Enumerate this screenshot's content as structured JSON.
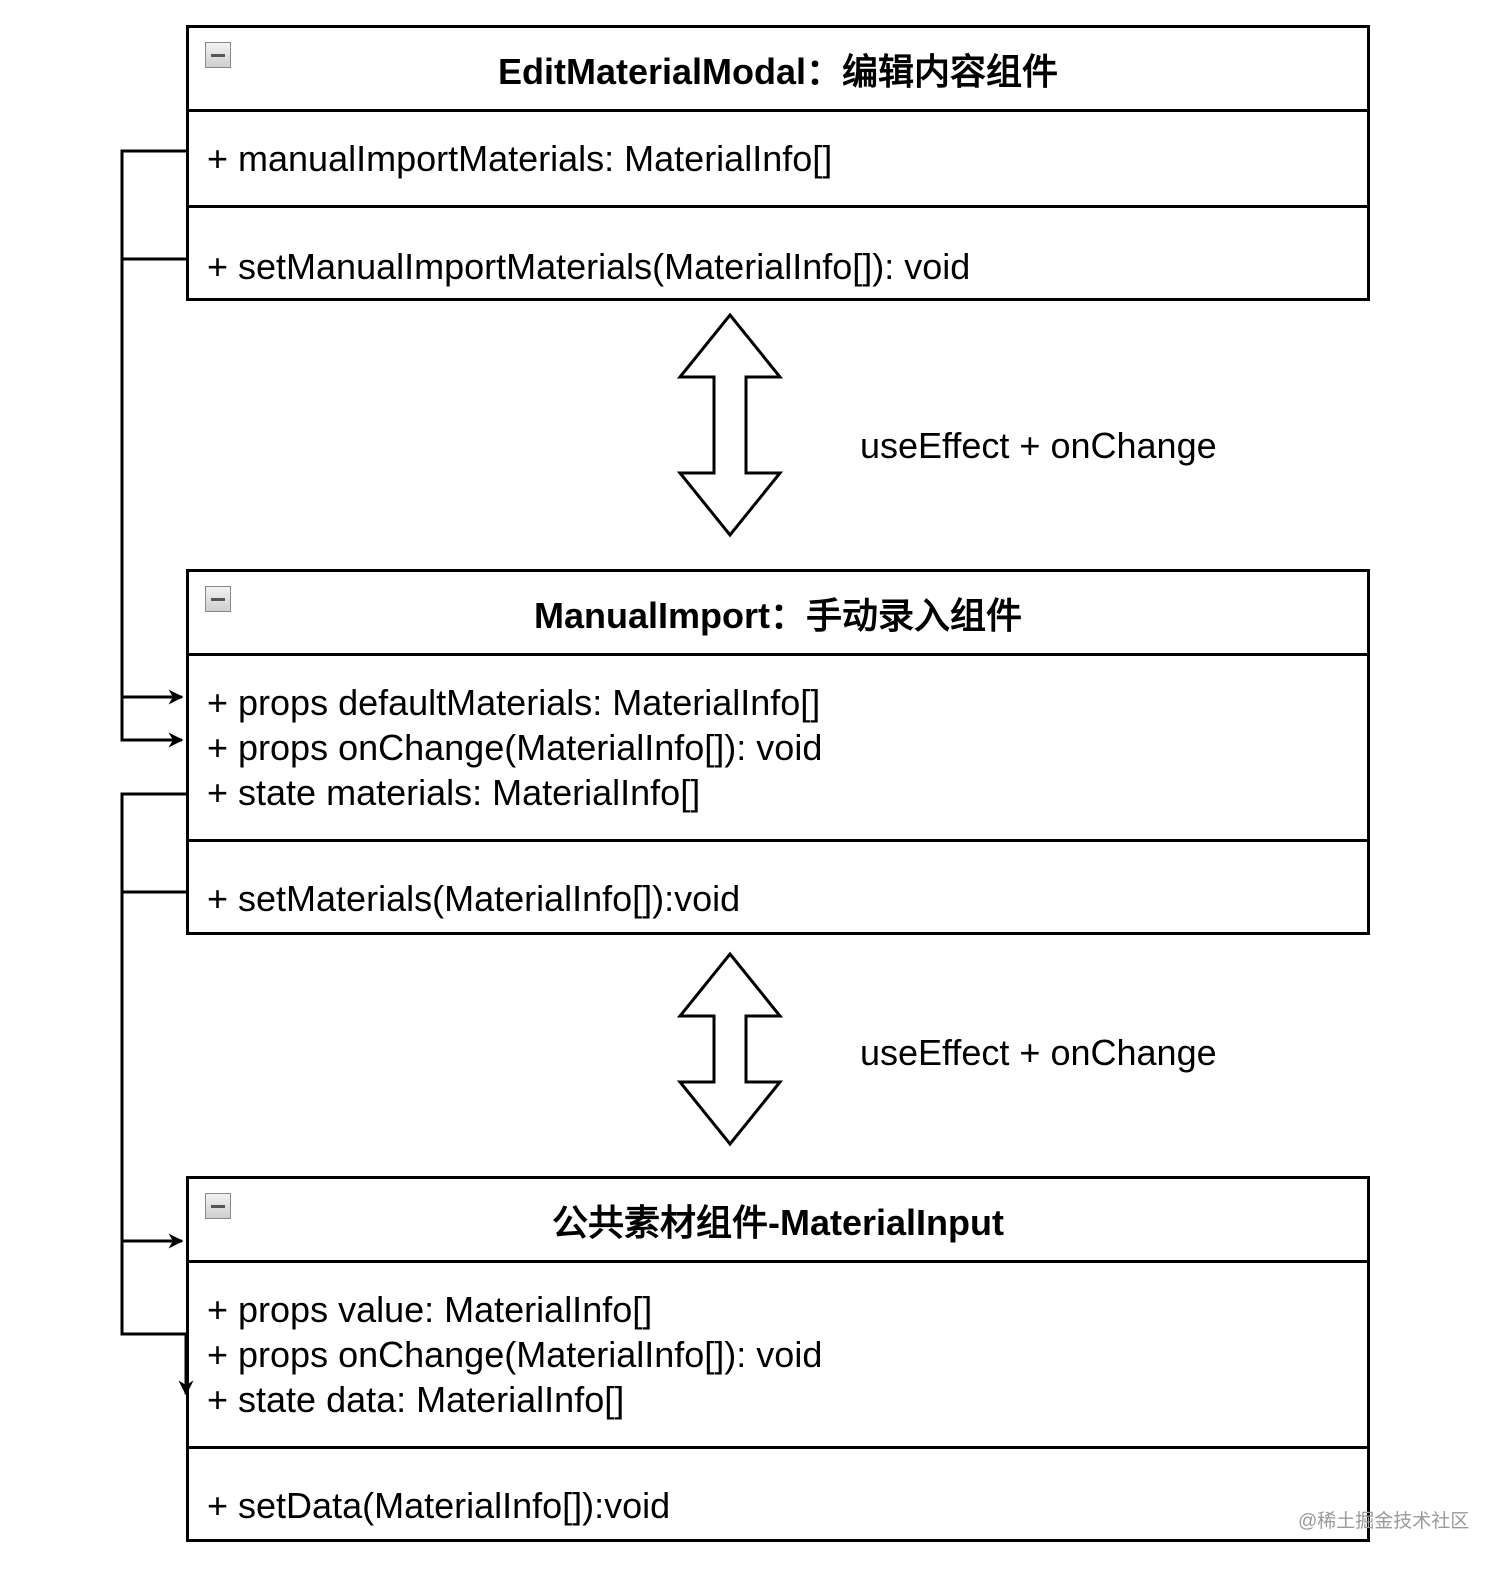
{
  "classes": [
    {
      "title": "EditMaterialModal：编辑内容组件",
      "attributes": [
        "+ manualImportMaterials: MaterialInfo[]"
      ],
      "methods": [
        "+ setManualImportMaterials(MaterialInfo[]): void"
      ]
    },
    {
      "title": "ManualImport：手动录入组件",
      "attributes": [
        "+ props defaultMaterials: MaterialInfo[]",
        "+ props onChange(MaterialInfo[]): void",
        "+ state materials: MaterialInfo[]"
      ],
      "methods": [
        "+ setMaterials(MaterialInfo[]):void"
      ]
    },
    {
      "title": "公共素材组件-MaterialInput",
      "attributes": [
        "+ props value: MaterialInfo[]",
        "+ props onChange(MaterialInfo[]): void",
        "+ state data: MaterialInfo[]"
      ],
      "methods": [
        "+ setData(MaterialInfo[]):void"
      ]
    }
  ],
  "connectors": [
    {
      "label": "useEffect + onChange"
    },
    {
      "label": "useEffect + onChange"
    }
  ],
  "watermark": "@稀土掘金技术社区"
}
